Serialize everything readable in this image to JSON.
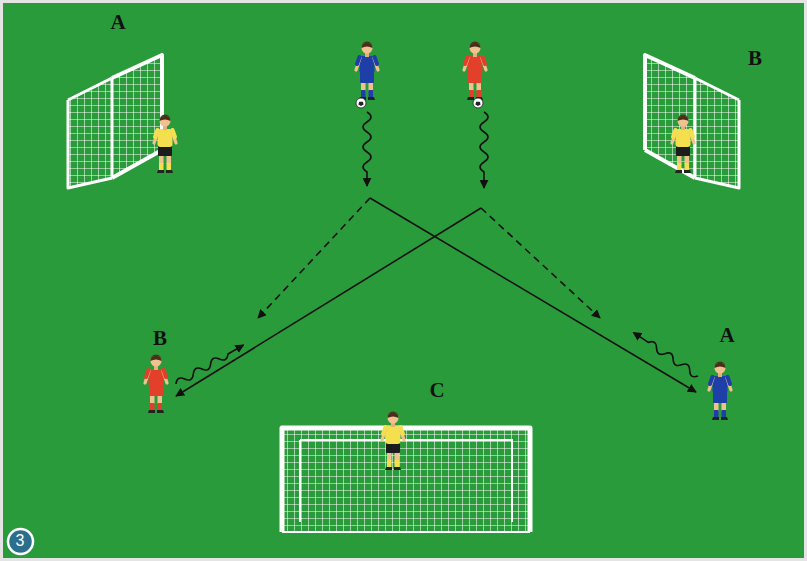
{
  "diagram": {
    "nodes": [
      {
        "text": [
          "3"
        ]
      }
    ],
    "labels": [
      "A",
      "B",
      "B",
      "A",
      "C"
    ]
  }
}
